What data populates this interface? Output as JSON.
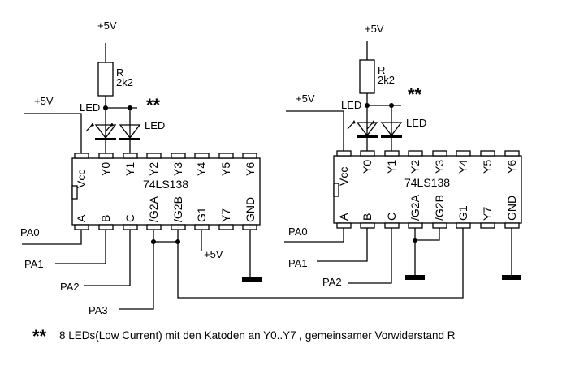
{
  "diagram": {
    "type": "circuit-schematic",
    "colors": {
      "line": "#000000",
      "background": "#ffffff"
    },
    "chips": [
      {
        "id": "left",
        "part": "74LS138",
        "top_pins": [
          "Vcc",
          "Y0",
          "Y1",
          "Y2",
          "Y3",
          "Y4",
          "Y5",
          "Y6"
        ],
        "bottom_pins": [
          "A",
          "B",
          "C",
          "/G2A",
          "/G2B",
          "G1",
          "Y7",
          "GND"
        ],
        "supply_top": "+5V",
        "vcc_supply": "+5V",
        "resistor": {
          "name": "R",
          "value": "2k2"
        },
        "led_node_label": "LED",
        "led_label": "LED",
        "marker": "**",
        "inputs": {
          "A": "PA0",
          "B": "PA1",
          "C": "PA2",
          "/G2A": "PA3"
        },
        "g1_supply": "+5V"
      },
      {
        "id": "right",
        "part": "74LS138",
        "top_pins": [
          "Vcc",
          "Y0",
          "Y1",
          "Y2",
          "Y3",
          "Y4",
          "Y5",
          "Y6"
        ],
        "bottom_pins": [
          "A",
          "B",
          "C",
          "/G2A",
          "/G2B",
          "G1",
          "Y7",
          "GND"
        ],
        "supply_top": "+5V",
        "vcc_supply": "+5V",
        "resistor": {
          "name": "R",
          "value": "2k2"
        },
        "led_node_label": "LED",
        "led_label": "LED",
        "marker": "**",
        "inputs": {
          "A": "PA0",
          "B": "PA1",
          "C": "PA2"
        }
      }
    ],
    "footnote": {
      "marker": "**",
      "text": "8 LEDs(Low Current) mit den Katoden an Y0..Y7 , gemeinsamer Vorwiderstand R"
    }
  }
}
